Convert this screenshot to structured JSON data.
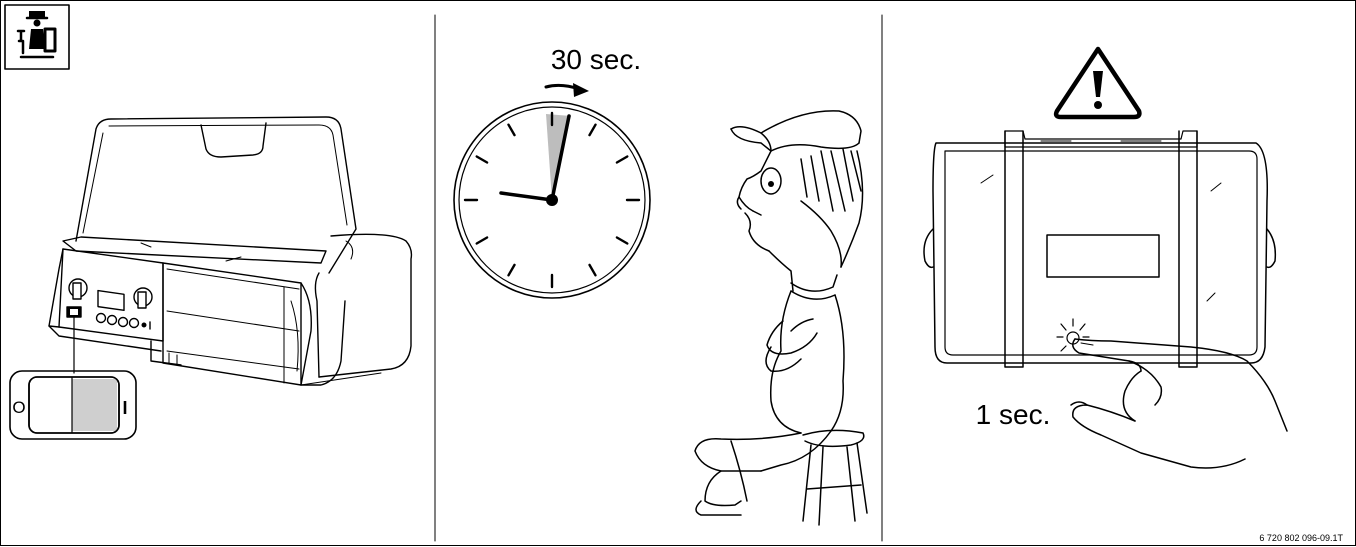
{
  "panels": {
    "switch": {
      "off_label": "O",
      "on_label": "I"
    },
    "wait": {
      "duration_label": "30 sec."
    },
    "press": {
      "duration_label": "1 sec."
    }
  },
  "reference_code": "6 720 802 096-09.1T"
}
